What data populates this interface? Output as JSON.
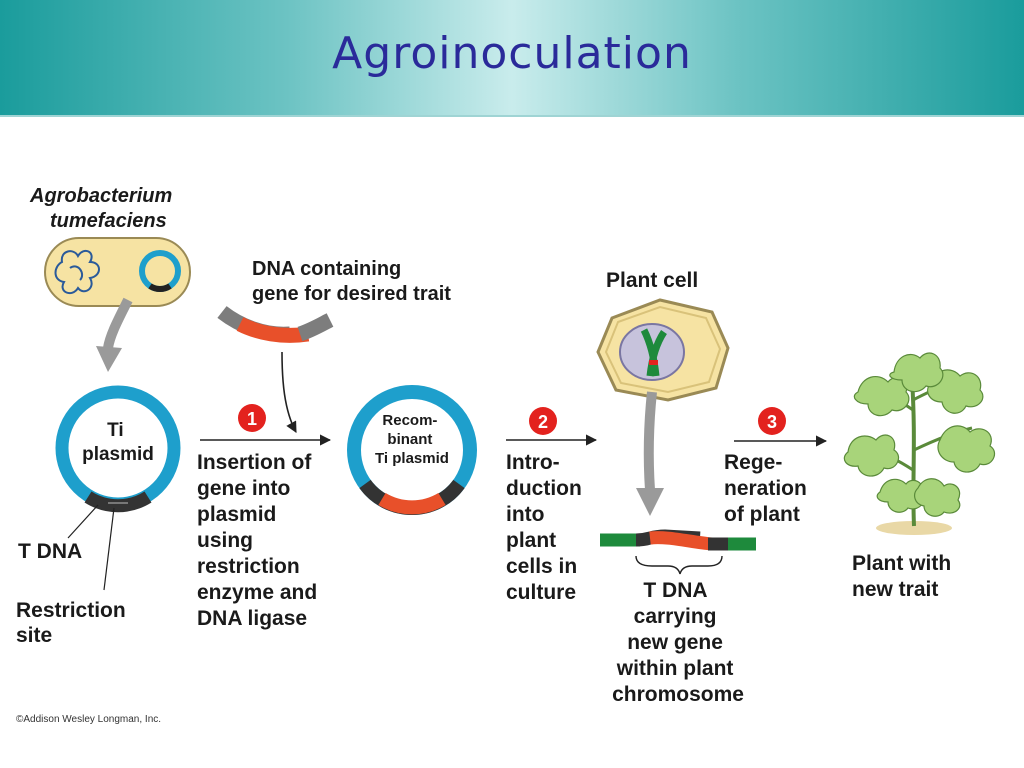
{
  "slide": {
    "title": "Agroinoculation"
  },
  "diagram": {
    "bacterium_label": [
      "Agrobacterium",
      "tumefaciens"
    ],
    "dna_label": [
      "DNA containing",
      "gene for desired trait"
    ],
    "ti_plasmid_label": [
      "Ti",
      "plasmid"
    ],
    "t_dna_label": "T DNA",
    "restriction_site_label": [
      "Restriction",
      "site"
    ],
    "step1": {
      "number": "1",
      "text": [
        "Insertion of",
        "gene into",
        "plasmid",
        "using",
        "restriction",
        "enzyme and",
        "DNA ligase"
      ]
    },
    "recombinant_label": [
      "Recom-",
      "binant",
      "Ti plasmid"
    ],
    "step2": {
      "number": "2",
      "text": [
        "Intro-",
        "duction",
        "into",
        "plant",
        "cells in",
        "culture"
      ]
    },
    "plant_cell_label": "Plant cell",
    "t_dna_chromosome_label": [
      "T DNA",
      "carrying",
      "new gene",
      "within plant",
      "chromosome"
    ],
    "step3": {
      "number": "3",
      "text": [
        "Rege-",
        "neration",
        "of plant"
      ]
    },
    "plant_label": [
      "Plant with",
      "new trait"
    ],
    "copyright": "©Addison Wesley Longman, Inc."
  },
  "colors": {
    "title": "#2a2a9a",
    "plasmid": "#1e9fcc",
    "insert": "#e8502a",
    "marker": "#e3221e",
    "chromosome_green": "#1e8a3c",
    "cell": "#f6e3a3",
    "leaf": "#a8d47a"
  }
}
